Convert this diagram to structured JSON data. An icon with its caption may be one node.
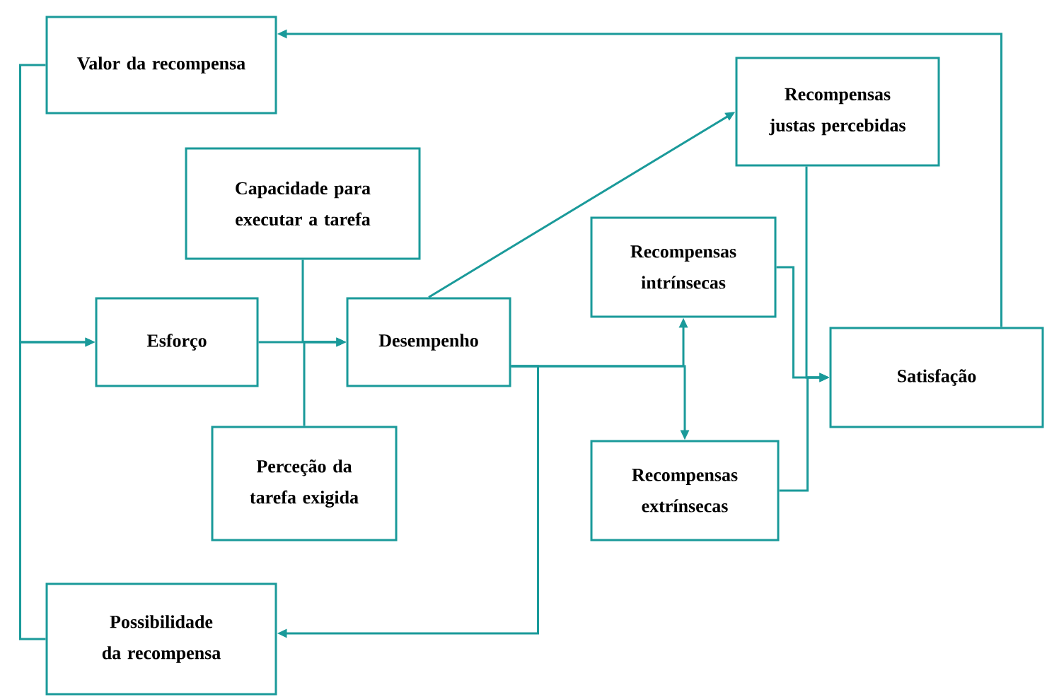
{
  "diagram": {
    "nodes": [
      {
        "text": [
          "Valor da recompensa"
        ]
      },
      {
        "text": [
          "Capacidade para executar a tarefa"
        ]
      },
      {
        "text": [
          "Esforço"
        ]
      },
      {
        "text": [
          "Desempenho"
        ]
      },
      {
        "text": [
          "Perceção da tarefa exigida"
        ]
      },
      {
        "text": [
          "Possibilidade da recompensa"
        ]
      },
      {
        "text": [
          "Recompensas justas percebidas"
        ]
      },
      {
        "text": [
          "Recompensas intrínsecas"
        ]
      },
      {
        "text": [
          "Recompensas extrínsecas"
        ]
      },
      {
        "text": [
          "Satisfação"
        ]
      }
    ],
    "edges": [
      {
        "from": 9,
        "to": 0,
        "arrow": "to"
      },
      {
        "from": 0,
        "to": 2,
        "arrow": "to"
      },
      {
        "from": 5,
        "to": 2,
        "arrow": "to"
      },
      {
        "from": 2,
        "to": 3,
        "arrow": "to"
      },
      {
        "from": 1,
        "to": 3,
        "arrow": "to"
      },
      {
        "from": 4,
        "to": 3,
        "arrow": "to"
      },
      {
        "from": 3,
        "to": 6,
        "arrow": "to"
      },
      {
        "from": 3,
        "to": 7,
        "arrow": "to"
      },
      {
        "from": 3,
        "to": 8,
        "arrow": "to"
      },
      {
        "from": 3,
        "to": 5,
        "arrow": "to"
      },
      {
        "from": 6,
        "to": 9,
        "arrow": "to"
      },
      {
        "from": 7,
        "to": 9,
        "arrow": "to"
      },
      {
        "from": 8,
        "to": 9,
        "arrow": "to"
      }
    ]
  }
}
